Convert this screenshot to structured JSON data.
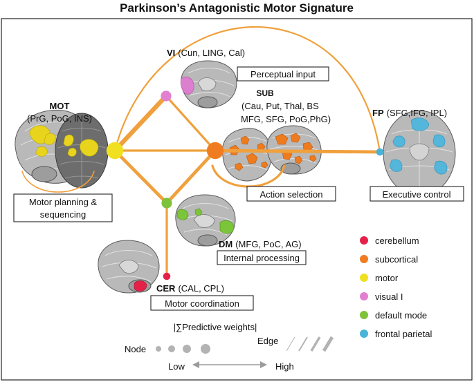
{
  "title": "Parkinson’s Antagonistic Motor Signature",
  "colors": {
    "edge": "#f0a03c",
    "border": "#222222",
    "cerebellum": "#e5214a",
    "subcortical": "#f07c22",
    "motor": "#f0e020",
    "visual": "#e27fd0",
    "default_mode": "#7dc23a",
    "frontal_parietal": "#4ab3d8",
    "grey": "#b3b3b3"
  },
  "networks": {
    "mot": {
      "abbr": "MOT",
      "regions": "(PrG, PoG, INS)",
      "role": [
        "Motor planning &",
        "sequencing"
      ]
    },
    "vi": {
      "abbr": "VI",
      "regions": "(Cun, LING, Cal)",
      "role": "Perceptual input"
    },
    "sub": {
      "abbr": "SUB",
      "regions_line1": "(Cau, Put, Thal, BS",
      "regions_line2": "MFG, SFG, PoG,PhG)",
      "role": "Action selection"
    },
    "fp": {
      "abbr": "FP",
      "regions": "(SFG,IFG, IPL)",
      "role": "Executive control"
    },
    "dm": {
      "abbr": "DM",
      "regions": "(MFG, PoC, AG)",
      "role": "Internal processing"
    },
    "cer": {
      "abbr": "CER",
      "regions": "(CAL, CPL)",
      "role": "Motor coordination"
    }
  },
  "legend": {
    "items": [
      {
        "label": "cerebellum",
        "color": "#e5214a"
      },
      {
        "label": "subcortical",
        "color": "#f07c22"
      },
      {
        "label": "motor",
        "color": "#f0e020"
      },
      {
        "label": "visual I",
        "color": "#e27fd0"
      },
      {
        "label": "default mode",
        "color": "#7dc23a"
      },
      {
        "label": "frontal parietal",
        "color": "#4ab3d8"
      }
    ],
    "weights_title": "|∑Predictive weights|",
    "node_label": "Node",
    "edge_label": "Edge",
    "low_label": "Low",
    "high_label": "High"
  },
  "graph": {
    "nodes": [
      {
        "id": "mot",
        "color": "#f0e020",
        "weight": 4
      },
      {
        "id": "sub",
        "color": "#f07c22",
        "weight": 4
      },
      {
        "id": "vi",
        "color": "#e27fd0",
        "weight": 2
      },
      {
        "id": "dm",
        "color": "#7dc23a",
        "weight": 2
      },
      {
        "id": "fp",
        "color": "#4ab3d8",
        "weight": 1
      },
      {
        "id": "cer",
        "color": "#e5214a",
        "weight": 1
      }
    ],
    "edges": [
      {
        "source": "mot",
        "target": "vi",
        "weight": 4
      },
      {
        "source": "mot",
        "target": "sub",
        "weight": 2
      },
      {
        "source": "mot",
        "target": "dm",
        "weight": 3
      },
      {
        "source": "vi",
        "target": "sub",
        "weight": 2
      },
      {
        "source": "sub",
        "target": "dm",
        "weight": 3
      },
      {
        "source": "sub",
        "target": "fp",
        "weight": 3
      },
      {
        "source": "dm",
        "target": "cer",
        "weight": 2
      },
      {
        "source": "mot",
        "target": "fp",
        "weight": 1,
        "curved": true
      },
      {
        "source": "mot",
        "target": "mot",
        "weight": 1,
        "self_loop": true
      },
      {
        "source": "sub",
        "target": "sub",
        "weight": 2,
        "self_loop": true
      }
    ]
  }
}
